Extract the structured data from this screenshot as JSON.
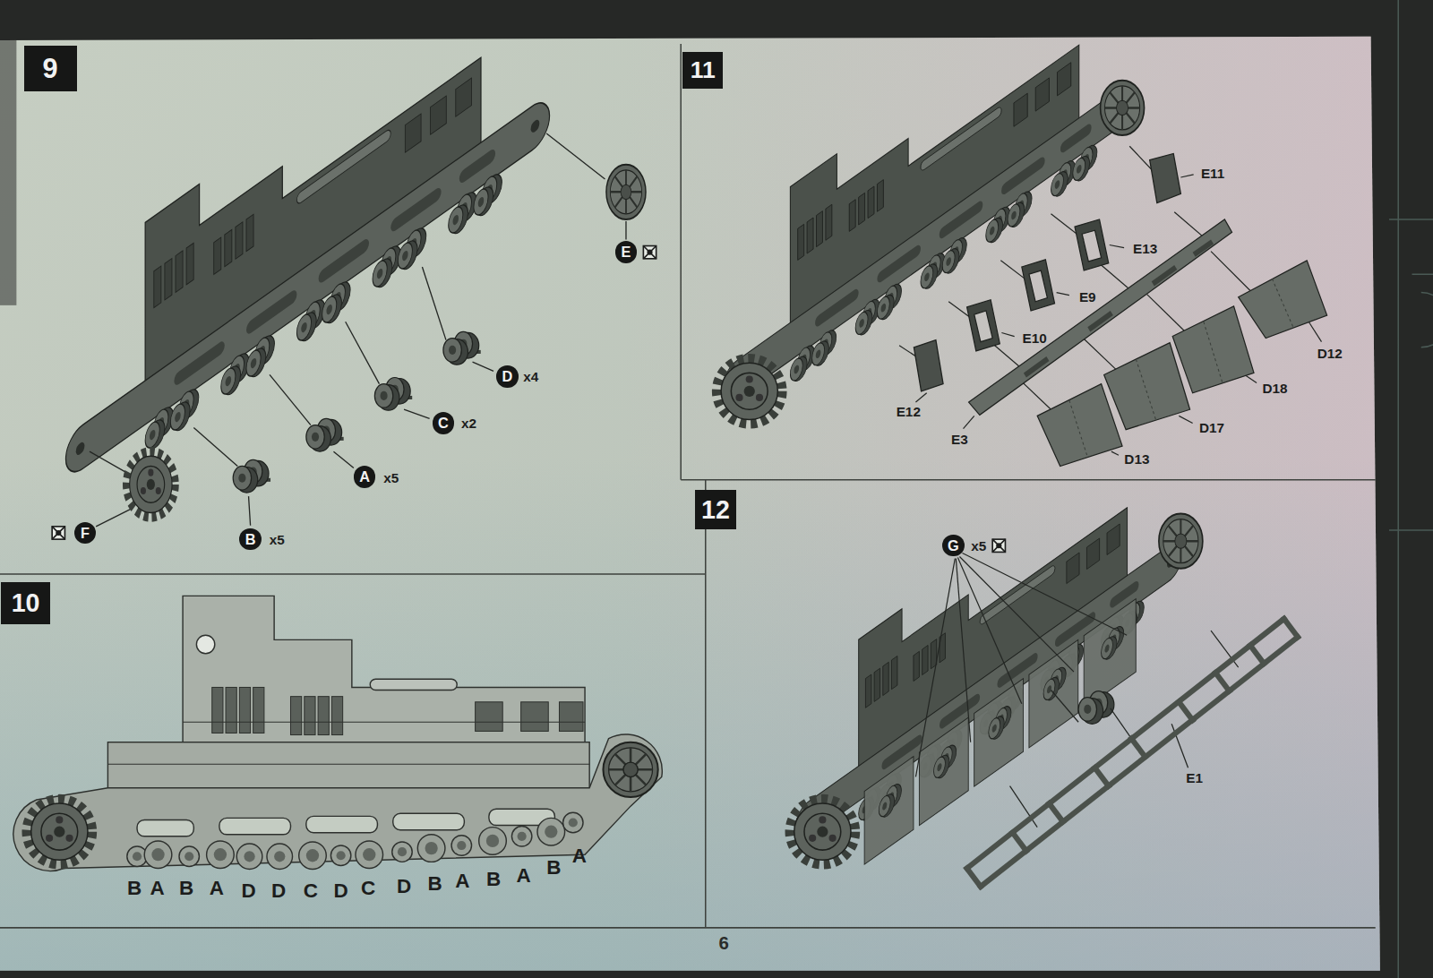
{
  "diagram": {
    "nodes": [
      {
        "text": [
          "9"
        ]
      },
      {
        "text": [
          "E"
        ]
      },
      {
        "text": [
          "D"
        ]
      },
      {
        "text": [
          "C"
        ]
      },
      {
        "text": [
          "A"
        ]
      },
      {
        "text": [
          "F"
        ]
      },
      {
        "text": [
          "B"
        ]
      },
      {
        "text": [
          "11"
        ]
      },
      {
        "text": [
          "10"
        ]
      },
      {
        "text": [
          "12"
        ]
      },
      {
        "text": [
          "G"
        ]
      }
    ],
    "labels": [
      "x4",
      "x2",
      "x5",
      "x5",
      "E11",
      "E13",
      "E9",
      "E10",
      "D12",
      "E12",
      "E3",
      "D18",
      "D17",
      "D13",
      "B",
      "A",
      "B",
      "A",
      "D",
      "D",
      "C",
      "D",
      "C",
      "D",
      "B",
      "A",
      "B",
      "A",
      "B",
      "A",
      "x5",
      "E1",
      "6"
    ]
  }
}
